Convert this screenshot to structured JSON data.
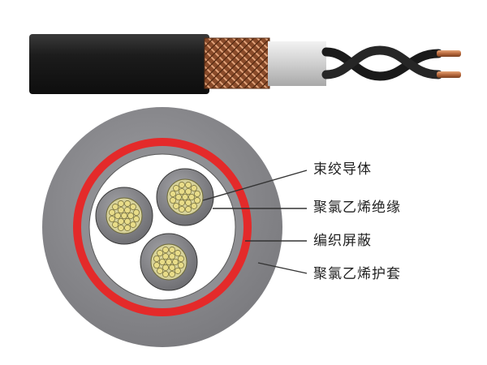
{
  "labels": {
    "conductor": "束绞导体",
    "insulation": "聚氯乙烯绝缘",
    "braid_shield": "编织屏蔽",
    "outer_sheath": "聚氯乙烯护套"
  },
  "colors": {
    "jacket_black": "#1c1c1c",
    "sheath_gray": "#8c8c8f",
    "shield_red": "#e42a2a",
    "copper": "#b8693d",
    "conductor_yellow": "#e8dc88",
    "foil_silver": "#d6d6d6"
  }
}
